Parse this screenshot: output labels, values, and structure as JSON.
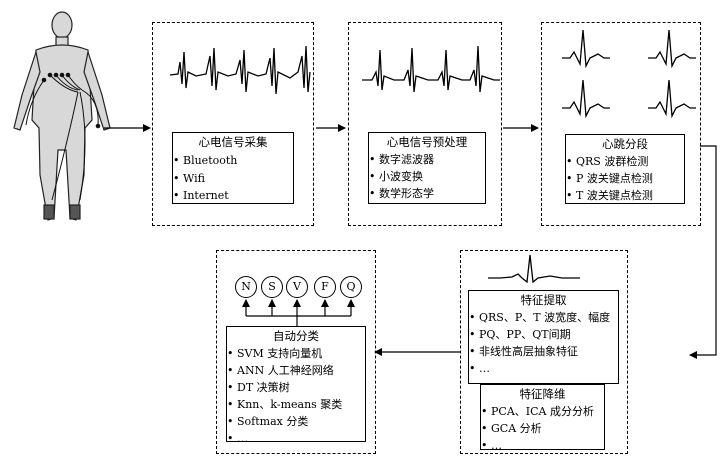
{
  "acquisition": {
    "title": "心电信号采集",
    "items": [
      "Bluetooth",
      "Wifi",
      "Internet"
    ]
  },
  "preprocessing": {
    "title": "心电信号预处理",
    "items": [
      "数字滤波器",
      "小波变换",
      "数学形态学"
    ]
  },
  "segmentation": {
    "title": "心跳分段",
    "items": [
      "QRS 波群检测",
      "P 波关键点检测",
      "T 波关键点检测"
    ]
  },
  "feature_extraction": {
    "title": "特征提取",
    "items": [
      "QRS、P、T 波宽度、幅度",
      "PQ、PP、QT间期",
      "非线性高层抽象特征",
      "…"
    ]
  },
  "dimension_reduction": {
    "title": "特征降维",
    "items": [
      "PCA、ICA 成分分析",
      "GCA 分析",
      "…"
    ]
  },
  "classification": {
    "title": "自动分类",
    "items": [
      "SVM 支持向量机",
      "ANN 人工神经网络",
      "DT 决策树",
      "Knn、k-means 聚类",
      "Softmax 分类",
      "…"
    ]
  },
  "classes": [
    "N",
    "S",
    "V",
    "F",
    "Q"
  ]
}
